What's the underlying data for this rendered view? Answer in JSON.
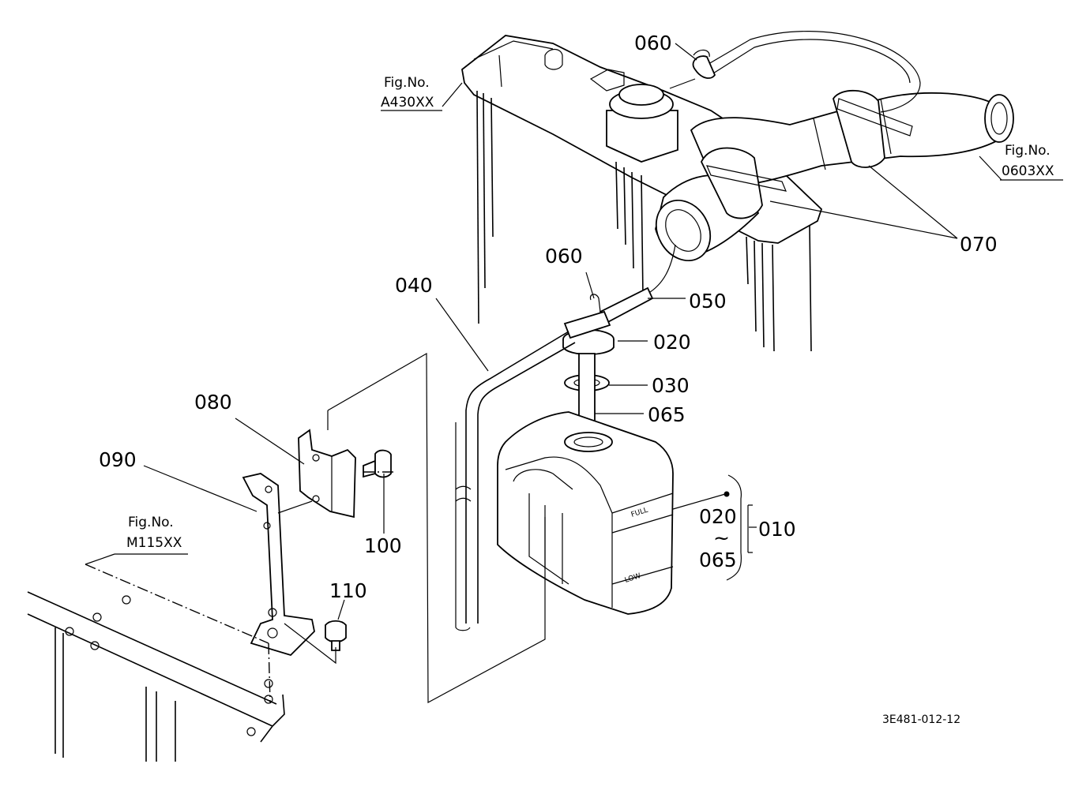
{
  "parts": {
    "p010": "010",
    "p020": "020",
    "p020b": "020",
    "p030": "030",
    "p040": "040",
    "p050": "050",
    "p060a": "060",
    "p060b": "060",
    "p065": "065",
    "p065b": "065",
    "p070": "070",
    "p080": "080",
    "p090": "090",
    "p100": "100",
    "p110": "110",
    "range_sep": "~"
  },
  "figrefs": {
    "top_left": {
      "line1": "Fig.No.",
      "line2": "A430XX"
    },
    "right": {
      "line1": "Fig.No.",
      "line2": "0603XX"
    },
    "bottom_left": {
      "line1": "Fig.No.",
      "line2": "M115XX"
    }
  },
  "tank_labels": {
    "full": "FULL",
    "low": "LOW"
  },
  "drawing_code": "3E481-012-12"
}
